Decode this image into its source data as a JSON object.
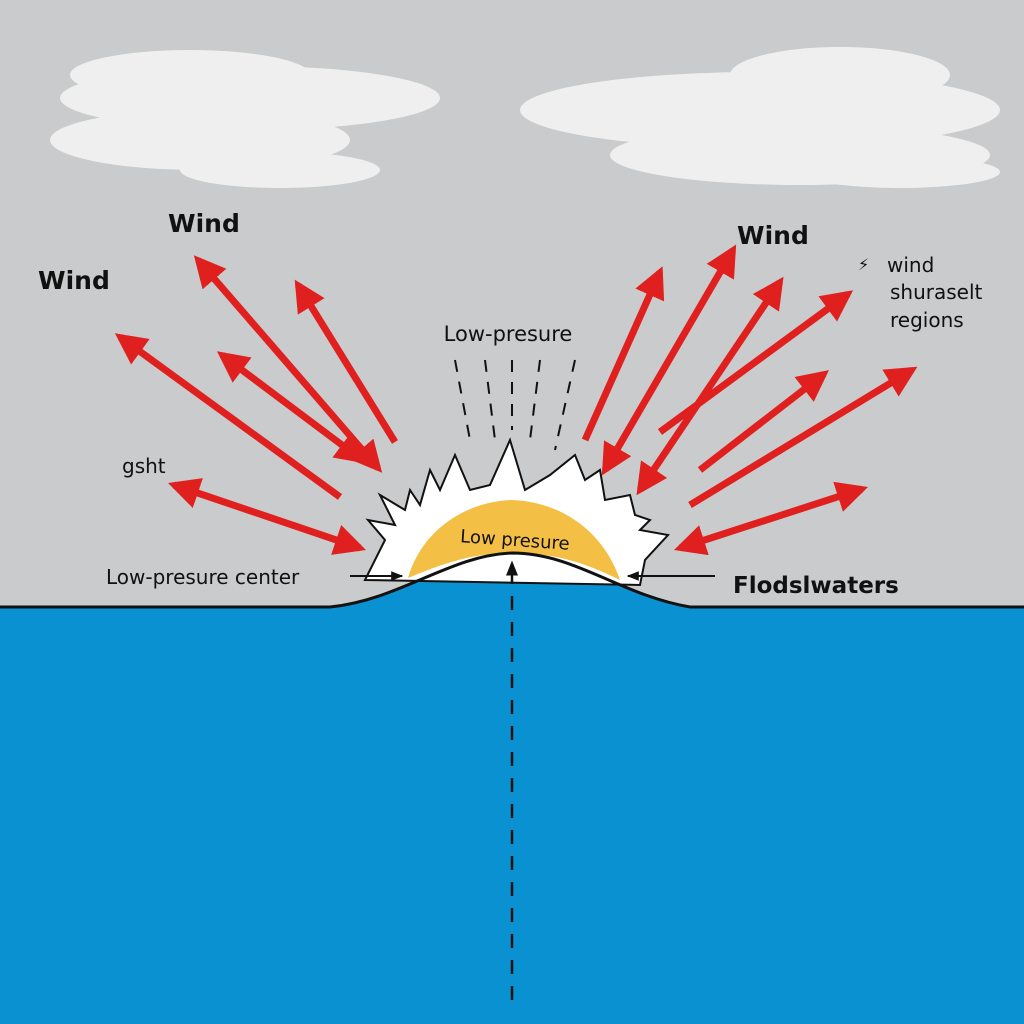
{
  "labels": {
    "wind_left_top": "Wind",
    "wind_left": "Wind",
    "wind_right": "Wind",
    "wind_note_line1": "wind",
    "wind_note_line2": "shuraselt",
    "wind_note_line3": "regions",
    "low_pressure_top": "Low-presure",
    "gust": "gsht",
    "low_pressure_center": "Low-presure center",
    "low_pressure_dome": "Low presure",
    "floodwaters": "Flodslwaters"
  },
  "colors": {
    "sky": "#c9cbcc",
    "water": "#0a91d1",
    "arrow": "#e0201f",
    "dome": "#f4bf45",
    "cloud": "#efefef"
  }
}
